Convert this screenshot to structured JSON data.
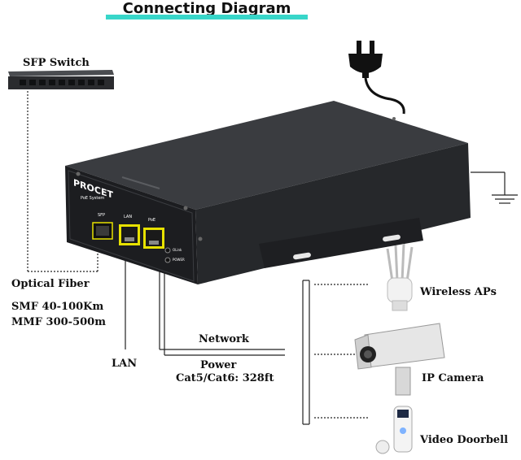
{
  "title": "Connecting Diagram",
  "colors": {
    "accent": "#38d6c9",
    "device": "#2b2d30",
    "port": "#e7e100"
  },
  "switch": {
    "label": "SFP Switch"
  },
  "device": {
    "brand": "PROCET",
    "tagline": "PoE System",
    "ports": [
      "SFP",
      "LAN",
      "PoE"
    ],
    "leds": [
      "OLink",
      "POWER"
    ]
  },
  "left_labels": {
    "optical": "Optical Fiber",
    "smf": "SMF 40-100Km",
    "mmf": "MMF 300-500m",
    "lan": "LAN"
  },
  "cable_labels": {
    "network": "Network",
    "power": "Power",
    "cable": "Cat5/Cat6: 328ft"
  },
  "endpoints": [
    "Wireless APs",
    "IP Camera",
    "Video Doorbell"
  ],
  "icons": [
    "power-plug-icon",
    "ground-icon",
    "wireless-ap-icon",
    "ip-camera-icon",
    "video-doorbell-icon"
  ]
}
